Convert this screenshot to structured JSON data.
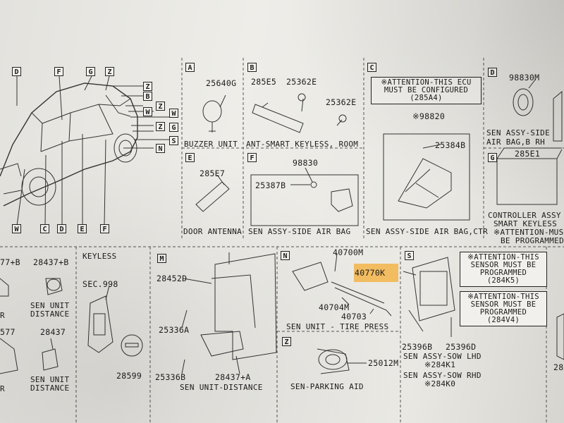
{
  "callouts": {
    "car": [
      "D",
      "F",
      "G",
      "Z",
      "Z",
      "B",
      "W",
      "Z",
      "W",
      "Z",
      "G",
      "S",
      "N",
      "W",
      "C",
      "D",
      "E",
      "F"
    ]
  },
  "panels": {
    "A": {
      "letter": "A",
      "part": "25640G",
      "caption": "BUZZER UNIT"
    },
    "B": {
      "letter": "B",
      "parts": [
        "285E5",
        "25362E",
        "25362E"
      ],
      "caption": "ANT-SMART KEYLESS, ROOM"
    },
    "C": {
      "letter": "C",
      "note": [
        "※ATTENTION-THIS ECU",
        "MUST BE CONFIGURED",
        "(285A4)"
      ],
      "parts": [
        "※98820",
        "25384B"
      ],
      "caption": "SEN ASSY-SIDE AIR BAG,CTR"
    },
    "D": {
      "letter": "D",
      "part": "98830M",
      "caption": [
        "SEN ASSY-SIDE",
        "AIR BAG,B RH"
      ]
    },
    "E": {
      "letter": "E",
      "part": "285E7",
      "caption": "DOOR ANTENNA"
    },
    "F": {
      "letter": "F",
      "parts": [
        "98830",
        "25387B"
      ],
      "caption": "SEN ASSY-SIDE AIR BAG"
    },
    "G": {
      "letter": "G",
      "part": "285E1",
      "caption": [
        "CONTROLLER ASSY",
        "SMART KEYLESS",
        "※ATTENTION-MUS",
        "BE PROGRAMMED"
      ]
    },
    "left": {
      "parts": [
        "28437+B",
        "28437",
        "577"
      ],
      "caption": [
        "SEN UNIT",
        "DISTANCE"
      ],
      "partial": [
        "77+B",
        "R",
        "R"
      ]
    },
    "K": {
      "label": "KEYLESS",
      "parts": [
        "SEC.998",
        "28599"
      ]
    },
    "M": {
      "letter": "M",
      "parts": [
        "28452D",
        "25336A",
        "25336B",
        "28437+A"
      ],
      "caption": "SEN UNIT-DISTANCE"
    },
    "N": {
      "letter": "N",
      "parts": [
        "40700M",
        "40770K",
        "40704M",
        "40703"
      ],
      "caption": "SEN UNIT - TIRE PRESS"
    },
    "Z": {
      "letter": "Z",
      "part": "25012M",
      "caption": "SEN-PARKING AID"
    },
    "S": {
      "letter": "S",
      "note1": [
        "※ATTENTION-THIS",
        "SENSOR MUST BE",
        "PROGRAMMED",
        "(284K5)"
      ],
      "note2": [
        "※ATTENTION-THIS",
        "SENSOR MUST BE",
        "PROGRAMMED",
        "(284V4)"
      ],
      "parts": [
        "25396B",
        "25396D"
      ],
      "caption1": [
        "SEN ASSY-SOW LHD",
        "※284K1"
      ],
      "caption2": [
        "SEN ASSY-SOW RHD",
        "※284K0"
      ]
    }
  },
  "right_edge": "28"
}
